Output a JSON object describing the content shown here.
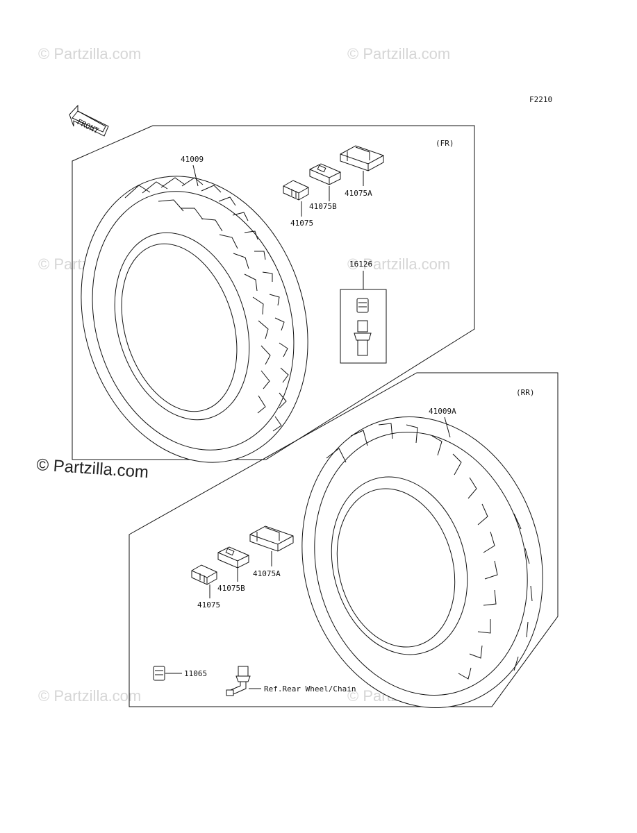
{
  "figure_code": "F2210",
  "front_arrow_label": "FRONT",
  "front_section": {
    "tag": "(FR)",
    "tire_part": "41009",
    "weight_parts": [
      "41075",
      "41075B",
      "41075A"
    ],
    "valve_part": "16126"
  },
  "rear_section": {
    "tag": "(RR)",
    "tire_part": "41009A",
    "weight_parts": [
      "41075",
      "41075B",
      "41075A"
    ],
    "cap_part": "11065",
    "ref_note": "Ref.Rear Wheel/Chain"
  },
  "watermark": {
    "main": "© Partzilla.com",
    "faint": "© Partzilla.com"
  }
}
